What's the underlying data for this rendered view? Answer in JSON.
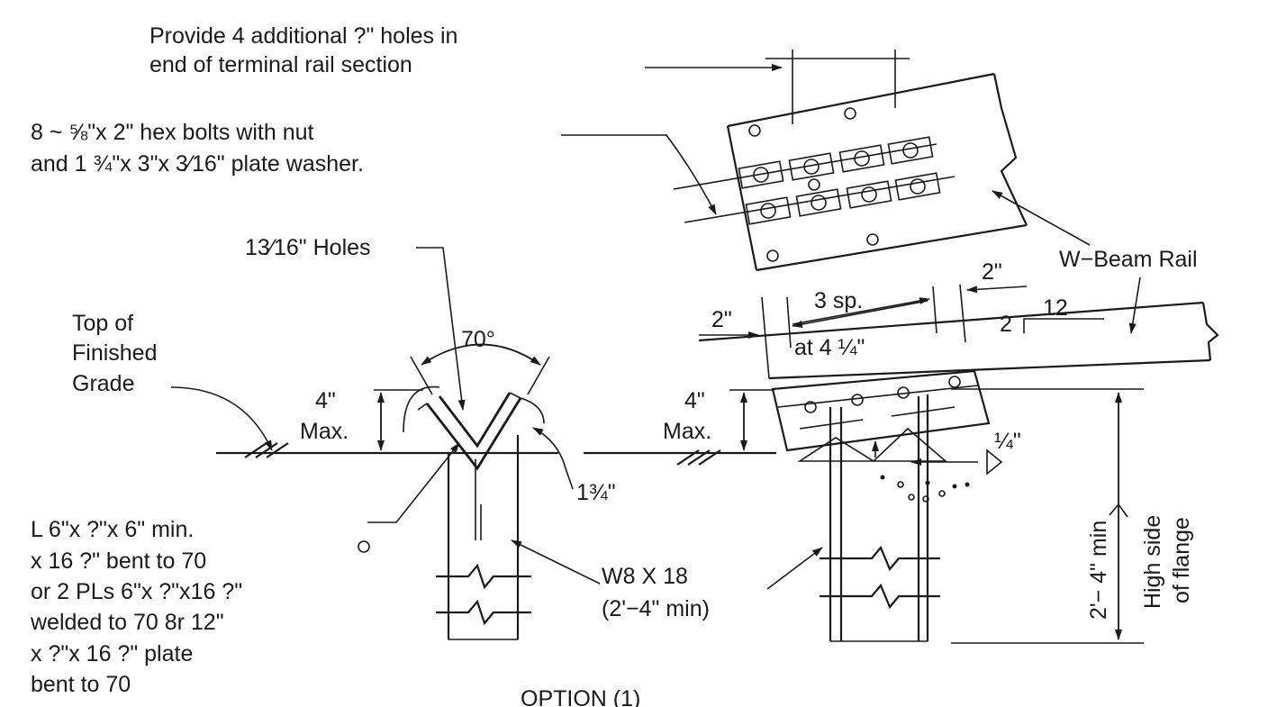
{
  "notes": {
    "holes_line1": "Provide 4 additional ?\" holes in",
    "holes_line2": "end of terminal rail section",
    "bolts_line1": "8 ~ ⅝\"x 2\" hex bolts with nut",
    "bolts_line2": "and 1 ¾\"x 3\"x 3⁄16\" plate washer.",
    "holes_size": "13⁄16\" Holes",
    "top_grade_1": "Top of",
    "top_grade_2": "Finished",
    "top_grade_3": "Grade",
    "angle": "70°",
    "four_max_left_1": "4\"",
    "four_max_left_2": "Max.",
    "four_max_right_1": "4\"",
    "four_max_right_2": "Max.",
    "one_three_quarter": "1¾\"",
    "angle_spec_1": "L 6\"x ?\"x 6\" min.",
    "angle_spec_2": "x 16 ?\" bent to 70",
    "angle_spec_3": "or 2 PLs 6\"x ?\"x16 ?\"",
    "angle_spec_4": "welded to 70  8r 12\"",
    "angle_spec_5": "x ?\"x 16 ?\" plate",
    "angle_spec_6": "bent to 70",
    "post_1": "W8 X 18",
    "post_2": "(2'−4\" min)",
    "w_beam": "W−Beam Rail",
    "two_in_left": "2\"",
    "two_in_right": "2\"",
    "spacing_1": "3 sp.",
    "spacing_2": "at 4 ¼\"",
    "slope_rise": "2",
    "slope_run": "12",
    "weld": "¼\"",
    "embed": "2'− 4\" min",
    "flange_1": "High side",
    "flange_2": "of flange",
    "option": "OPTION (1)"
  }
}
